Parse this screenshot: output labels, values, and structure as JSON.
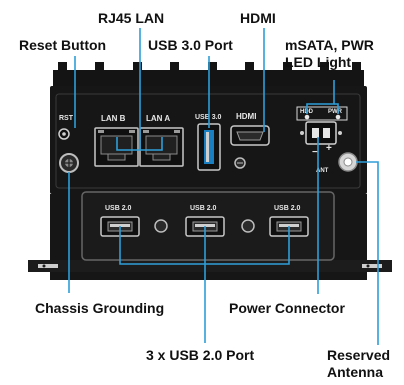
{
  "callouts": {
    "rj45": "RJ45 LAN",
    "hdmi": "HDMI",
    "reset": "Reset Button",
    "usb30": "USB 3.0 Port",
    "msata_line1": "mSATA, PWR",
    "msata_line2": "LED Light",
    "grounding": "Chassis Grounding",
    "power": "Power Connector",
    "usb20": "3 x USB 2.0 Port",
    "antenna_line1": "Reserved",
    "antenna_line2": "Antenna"
  },
  "panel_labels": {
    "rst": "RST",
    "lan_b": "LAN B",
    "lan_a": "LAN A",
    "usb30": "USB 3.0",
    "hdmi": "HDMI",
    "hdd": "HDD",
    "pwr": "PWR",
    "ant": "ANT",
    "usb20_1": "USB 2.0",
    "usb20_2": "USB 2.0",
    "usb20_3": "USB 2.0",
    "minus": "−",
    "plus": "+"
  },
  "colors": {
    "leader": "#2e9fd8",
    "enclosure": "#151515",
    "label_text": "#111111"
  }
}
